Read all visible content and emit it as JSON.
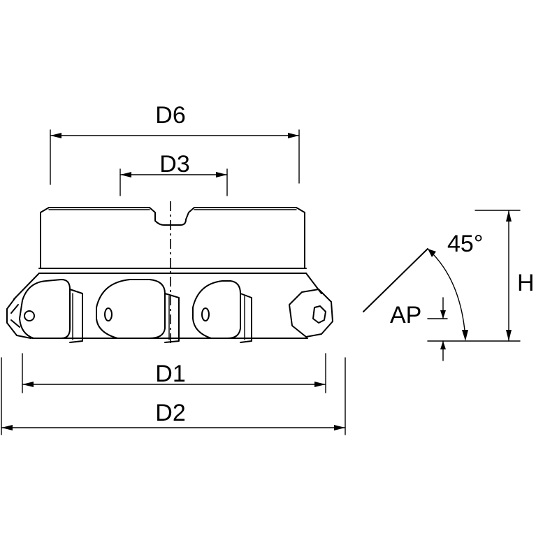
{
  "dimensions": {
    "d6": "D6",
    "d3": "D3",
    "d1": "D1",
    "d2": "D2",
    "h": "H",
    "ap": "AP",
    "angle": "45°"
  },
  "colors": {
    "line": "#000000",
    "background": "#ffffff"
  }
}
